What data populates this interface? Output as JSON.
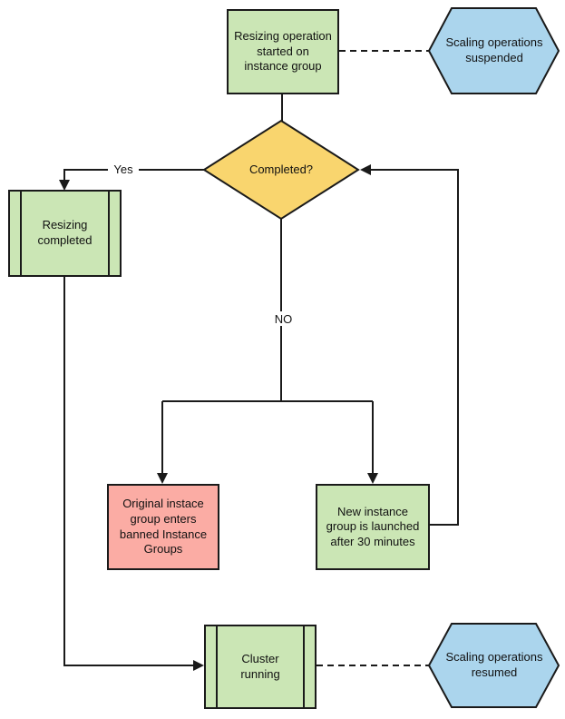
{
  "colors": {
    "process_fill_green": "#CBE6B5",
    "decision_fill_yellow": "#F9D56E",
    "alert_fill_pink": "#FBACA4",
    "terminal_fill_blue": "#ABD5ED",
    "stroke_black": "#1A1A1A",
    "canvas_background": "#FFFFFF"
  },
  "nodes": {
    "resizing_started": {
      "shape": "process",
      "label": "Resizing operation\nstarted on\ninstance group"
    },
    "scaling_suspended": {
      "shape": "hexagon",
      "label": "Scaling operations\nsuspended"
    },
    "completed": {
      "shape": "decision",
      "label": "Completed?"
    },
    "resizing_completed": {
      "shape": "predefined-process",
      "label": "Resizing\ncompleted"
    },
    "banned_groups": {
      "shape": "process",
      "label": "Original instace\ngroup enters\nbanned Instance\nGroups"
    },
    "new_group": {
      "shape": "process",
      "label": "New instance\ngroup is launched\nafter 30 minutes"
    },
    "cluster_running": {
      "shape": "predefined-process",
      "label": "Cluster\nrunning"
    },
    "scaling_resumed": {
      "shape": "hexagon",
      "label": "Scaling operations\nresumed"
    }
  },
  "edges": {
    "yes_label": "Yes",
    "no_label": "NO"
  }
}
